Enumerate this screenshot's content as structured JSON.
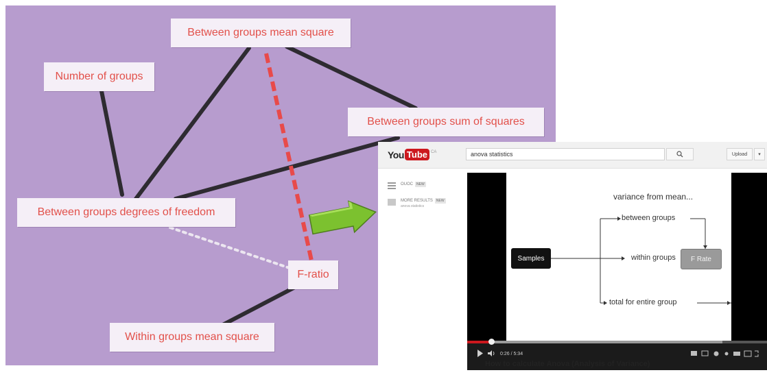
{
  "concept_map": {
    "nodes": {
      "between_mean_square": "Between groups mean square",
      "number_of_groups": "Number of groups",
      "between_sum_of_squares": "Between groups sum of squares",
      "between_df": "Between groups degrees of freedom",
      "f_ratio": "F-ratio",
      "within_mean_square": "Within groups mean square"
    },
    "colors": {
      "background": "#b79cce",
      "node_fill": "#f5eff7",
      "node_text": "#e2504a",
      "solid_link": "#2e2b31",
      "dashed_red_link": "#e84a4a",
      "dotted_white_link": "#ece6f0",
      "arrow_green": "#7cc12f"
    }
  },
  "youtube": {
    "logo_you": "You",
    "logo_tube": "Tube",
    "logo_region": "CA",
    "search_value": "anova statistics",
    "upload_label": "Upload",
    "guide": [
      {
        "label": "OUOC",
        "badge": "NEW"
      },
      {
        "label": "MORE RESULTS",
        "badge": "NEW",
        "sub": "anova statistics"
      }
    ],
    "video": {
      "slide_title": "variance from mean...",
      "between_groups": "between groups",
      "within_groups": "within groups",
      "total_group": "total for entire group",
      "samples": "Samples",
      "f_rate": "F Rate",
      "time": "0:26 / 5:34",
      "progress_fraction": 0.08
    },
    "video_title": "How to calculate Anova (Analysis of Variance)",
    "colors": {
      "brand_red": "#cc181e"
    }
  }
}
